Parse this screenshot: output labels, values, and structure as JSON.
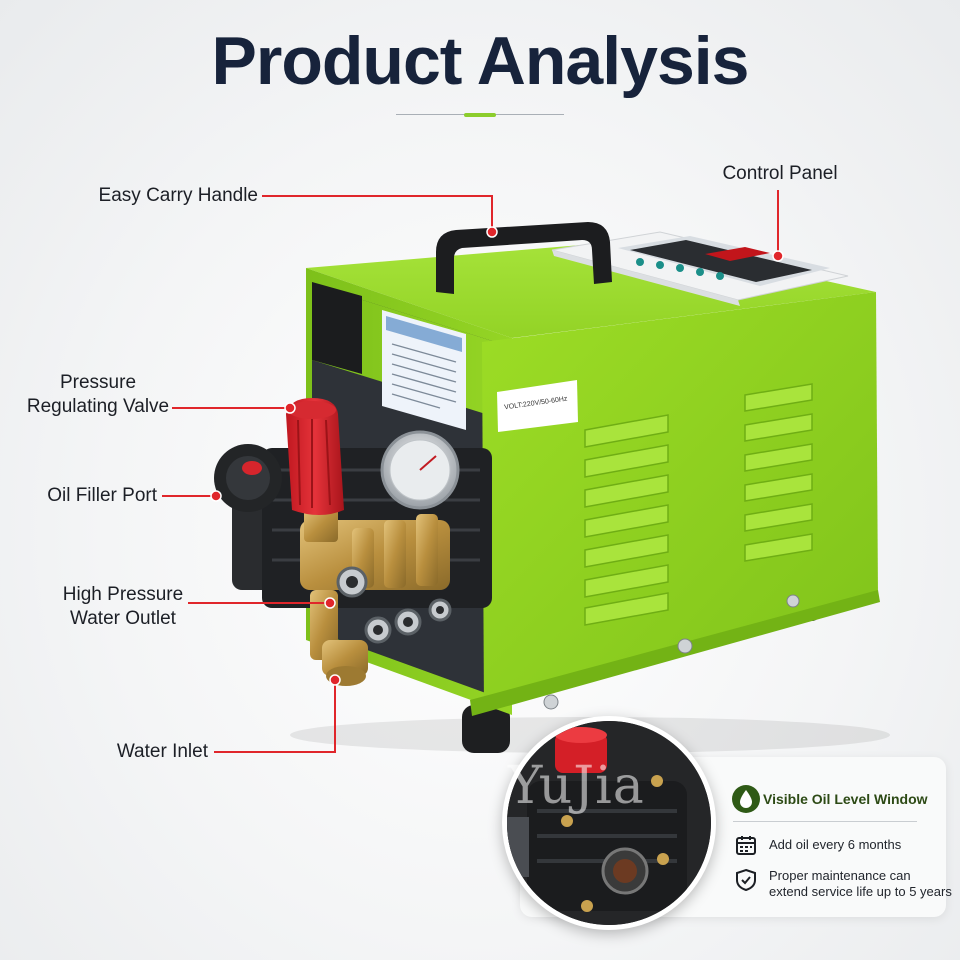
{
  "header": {
    "title": "Product Analysis"
  },
  "callouts": {
    "carry_handle": "Easy Carry Handle",
    "control_panel": "Control Panel",
    "pressure_valve_line1": "Pressure",
    "pressure_valve_line2": "Regulating Valve",
    "oil_filler": "Oil Filler Port",
    "outlet_line1": "High Pressure",
    "outlet_line2": "Water Outlet",
    "water_inlet": "Water Inlet"
  },
  "product": {
    "voltage_label": "VOLT:220V/50-60Hz"
  },
  "inset": {
    "watermark": "YuJia",
    "heading": "Visible Oil Level Window",
    "item1": "Add oil every 6 months",
    "item2_line1": "Proper maintenance can",
    "item2_line2": "extend service life up to 5 years"
  },
  "colors": {
    "accent_green": "#8ccd2c",
    "body_green": "#8fd01f",
    "callout_red": "#e0262b",
    "title_navy": "#17233b"
  },
  "icons": [
    "drop-icon",
    "calendar-icon",
    "shield-check-icon"
  ]
}
